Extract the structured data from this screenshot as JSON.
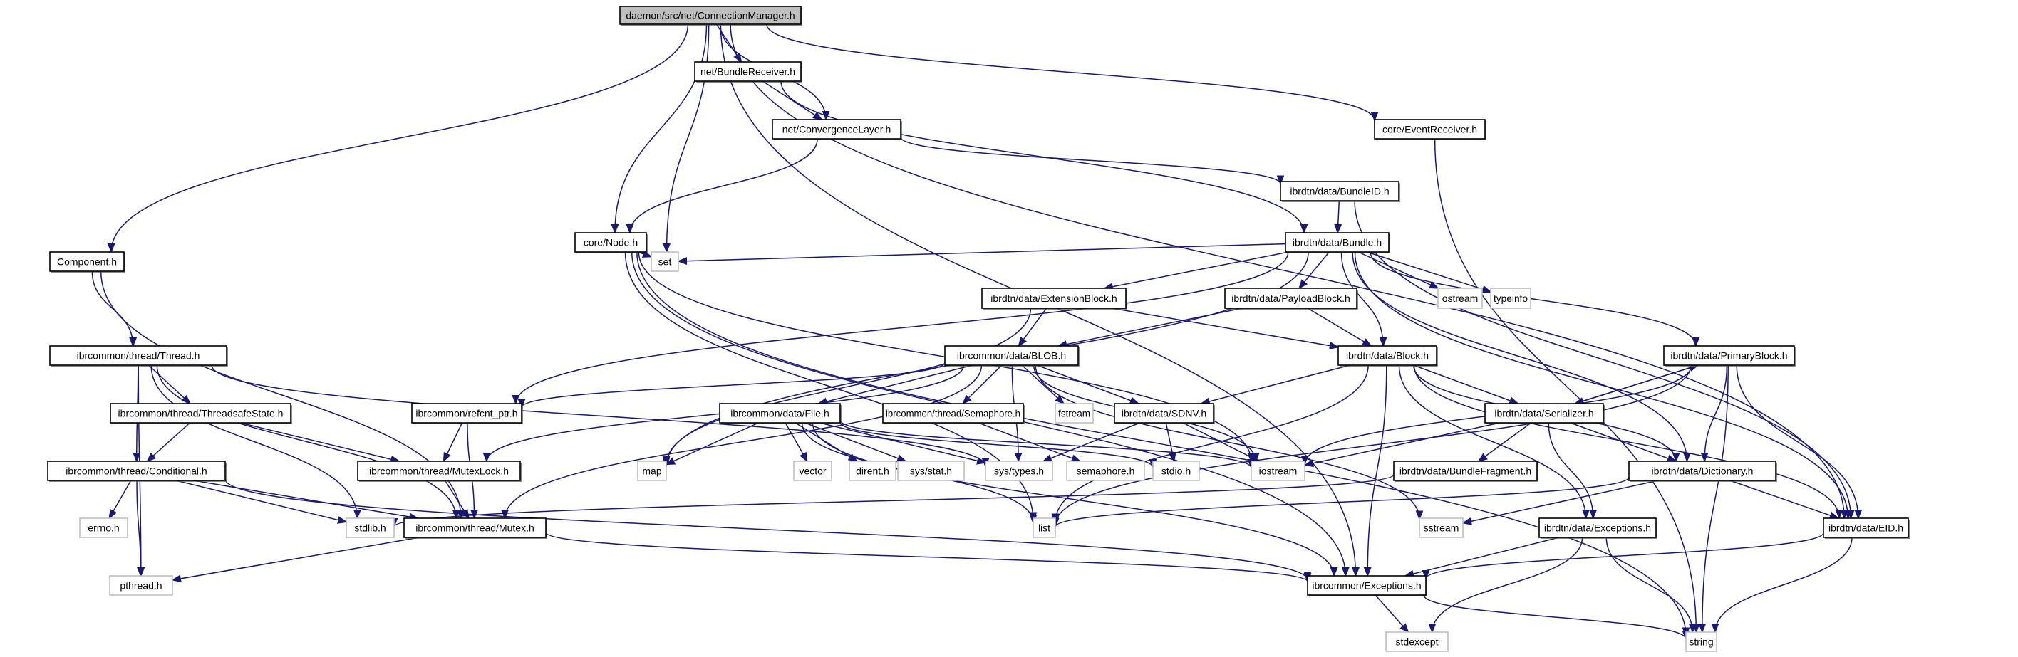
{
  "diagram": {
    "title": "daemon/src/net/ConnectionManager.h include dependency graph",
    "colors": {
      "edge": "#191970",
      "root_fill": "#bfbfbf",
      "documented_border": "#000000",
      "external_border": "#bfbfbf",
      "node_fill": "#ffffff"
    },
    "nodes": [
      {
        "id": "cm",
        "label": "daemon/src/net/ConnectionManager.h",
        "kind": "root"
      },
      {
        "id": "bundlereceiver",
        "label": "net/BundleReceiver.h",
        "kind": "doc"
      },
      {
        "id": "convergencelayer",
        "label": "net/ConvergenceLayer.h",
        "kind": "doc"
      },
      {
        "id": "eventreceiver",
        "label": "core/EventReceiver.h",
        "kind": "doc"
      },
      {
        "id": "bundleid",
        "label": "ibrdtn/data/BundleID.h",
        "kind": "doc"
      },
      {
        "id": "node",
        "label": "core/Node.h",
        "kind": "doc"
      },
      {
        "id": "bundle",
        "label": "ibrdtn/data/Bundle.h",
        "kind": "doc"
      },
      {
        "id": "component",
        "label": "Component.h",
        "kind": "doc"
      },
      {
        "id": "set",
        "label": "set",
        "kind": "ext"
      },
      {
        "id": "ostream",
        "label": "ostream",
        "kind": "ext"
      },
      {
        "id": "typeinfo",
        "label": "typeinfo",
        "kind": "ext"
      },
      {
        "id": "extensionblock",
        "label": "ibrdtn/data/ExtensionBlock.h",
        "kind": "doc"
      },
      {
        "id": "payloadblock",
        "label": "ibrdtn/data/PayloadBlock.h",
        "kind": "doc"
      },
      {
        "id": "thread",
        "label": "ibrcommon/thread/Thread.h",
        "kind": "doc"
      },
      {
        "id": "blob",
        "label": "ibrcommon/data/BLOB.h",
        "kind": "doc"
      },
      {
        "id": "block",
        "label": "ibrdtn/data/Block.h",
        "kind": "doc"
      },
      {
        "id": "primaryblock",
        "label": "ibrdtn/data/PrimaryBlock.h",
        "kind": "doc"
      },
      {
        "id": "threadsafestate",
        "label": "ibrcommon/thread/ThreadsafeState.h",
        "kind": "doc"
      },
      {
        "id": "refcnt",
        "label": "ibrcommon/refcnt_ptr.h",
        "kind": "doc"
      },
      {
        "id": "file",
        "label": "ibrcommon/data/File.h",
        "kind": "doc"
      },
      {
        "id": "semaphoreh",
        "label": "ibrcommon/thread/Semaphore.h",
        "kind": "doc"
      },
      {
        "id": "fstream",
        "label": "fstream",
        "kind": "ext"
      },
      {
        "id": "sdnv",
        "label": "ibrdtn/data/SDNV.h",
        "kind": "doc"
      },
      {
        "id": "serializer",
        "label": "ibrdtn/data/Serializer.h",
        "kind": "doc"
      },
      {
        "id": "conditional",
        "label": "ibrcommon/thread/Conditional.h",
        "kind": "doc"
      },
      {
        "id": "mutexlock",
        "label": "ibrcommon/thread/MutexLock.h",
        "kind": "doc"
      },
      {
        "id": "map",
        "label": "map",
        "kind": "ext"
      },
      {
        "id": "vector",
        "label": "vector",
        "kind": "ext"
      },
      {
        "id": "dirent",
        "label": "dirent.h",
        "kind": "ext"
      },
      {
        "id": "sysstat",
        "label": "sys/stat.h",
        "kind": "ext"
      },
      {
        "id": "systypes",
        "label": "sys/types.h",
        "kind": "ext"
      },
      {
        "id": "semaphore",
        "label": "semaphore.h",
        "kind": "ext"
      },
      {
        "id": "stdio",
        "label": "stdio.h",
        "kind": "ext"
      },
      {
        "id": "iostream",
        "label": "iostream",
        "kind": "ext"
      },
      {
        "id": "bundlefragment",
        "label": "ibrdtn/data/BundleFragment.h",
        "kind": "doc"
      },
      {
        "id": "dictionary",
        "label": "ibrdtn/data/Dictionary.h",
        "kind": "doc"
      },
      {
        "id": "errno",
        "label": "errno.h",
        "kind": "ext"
      },
      {
        "id": "stdlib",
        "label": "stdlib.h",
        "kind": "ext"
      },
      {
        "id": "mutex",
        "label": "ibrcommon/thread/Mutex.h",
        "kind": "doc"
      },
      {
        "id": "list",
        "label": "list",
        "kind": "ext"
      },
      {
        "id": "sstream",
        "label": "sstream",
        "kind": "ext"
      },
      {
        "id": "dtnexceptions",
        "label": "ibrdtn/data/Exceptions.h",
        "kind": "doc"
      },
      {
        "id": "eid",
        "label": "ibrdtn/data/EID.h",
        "kind": "doc"
      },
      {
        "id": "pthread",
        "label": "pthread.h",
        "kind": "ext"
      },
      {
        "id": "exceptions",
        "label": "ibrcommon/Exceptions.h",
        "kind": "doc"
      },
      {
        "id": "stdexcept",
        "label": "stdexcept",
        "kind": "ext"
      },
      {
        "id": "string",
        "label": "string",
        "kind": "ext"
      }
    ],
    "edges": [
      [
        "cm",
        "component"
      ],
      [
        "cm",
        "exceptions"
      ],
      [
        "cm",
        "node"
      ],
      [
        "cm",
        "set"
      ],
      [
        "cm",
        "bundlereceiver"
      ],
      [
        "cm",
        "convergencelayer"
      ],
      [
        "cm",
        "eventreceiver"
      ],
      [
        "cm",
        "eid"
      ],
      [
        "bundlereceiver",
        "convergencelayer"
      ],
      [
        "bundlereceiver",
        "bundle"
      ],
      [
        "convergencelayer",
        "node"
      ],
      [
        "convergencelayer",
        "bundleid"
      ],
      [
        "eventreceiver",
        "string"
      ],
      [
        "bundleid",
        "bundle"
      ],
      [
        "bundleid",
        "eid"
      ],
      [
        "node",
        "set"
      ],
      [
        "node",
        "iostream"
      ],
      [
        "node",
        "list"
      ],
      [
        "node",
        "exceptions"
      ],
      [
        "node",
        "string"
      ],
      [
        "bundle",
        "set"
      ],
      [
        "bundle",
        "map"
      ],
      [
        "bundle",
        "refcnt"
      ],
      [
        "bundle",
        "extensionblock"
      ],
      [
        "bundle",
        "payloadblock"
      ],
      [
        "bundle",
        "block"
      ],
      [
        "bundle",
        "primaryblock"
      ],
      [
        "bundle",
        "dictionary"
      ],
      [
        "bundle",
        "ostream"
      ],
      [
        "bundle",
        "typeinfo"
      ],
      [
        "bundle",
        "eid"
      ],
      [
        "component",
        "thread"
      ],
      [
        "component",
        "mutex"
      ],
      [
        "extensionblock",
        "blob"
      ],
      [
        "extensionblock",
        "block"
      ],
      [
        "extensionblock",
        "map"
      ],
      [
        "payloadblock",
        "blob"
      ],
      [
        "payloadblock",
        "block"
      ],
      [
        "thread",
        "threadsafestate"
      ],
      [
        "thread",
        "conditional"
      ],
      [
        "thread",
        "mutex"
      ],
      [
        "thread",
        "pthread"
      ],
      [
        "thread",
        "systypes"
      ],
      [
        "thread",
        "stdlib"
      ],
      [
        "blob",
        "refcnt"
      ],
      [
        "blob",
        "mutexlock"
      ],
      [
        "blob",
        "file"
      ],
      [
        "blob",
        "semaphoreh"
      ],
      [
        "blob",
        "fstream"
      ],
      [
        "blob",
        "iostream"
      ],
      [
        "blob",
        "sstream"
      ],
      [
        "blob",
        "sdnv"
      ],
      [
        "blob",
        "mutex"
      ],
      [
        "blob",
        "systypes"
      ],
      [
        "block",
        "sdnv"
      ],
      [
        "block",
        "serializer"
      ],
      [
        "block",
        "dictionary"
      ],
      [
        "block",
        "list"
      ],
      [
        "block",
        "exceptions"
      ],
      [
        "block",
        "dtnexceptions"
      ],
      [
        "block",
        "eid"
      ],
      [
        "primaryblock",
        "serializer"
      ],
      [
        "primaryblock",
        "dictionary"
      ],
      [
        "primaryblock",
        "eid"
      ],
      [
        "primaryblock",
        "iostream"
      ],
      [
        "primaryblock",
        "string"
      ],
      [
        "primaryblock",
        "list"
      ],
      [
        "threadsafestate",
        "conditional"
      ],
      [
        "threadsafestate",
        "mutexlock"
      ],
      [
        "refcnt",
        "mutexlock"
      ],
      [
        "refcnt",
        "mutex"
      ],
      [
        "file",
        "map"
      ],
      [
        "file",
        "vector"
      ],
      [
        "file",
        "dirent"
      ],
      [
        "file",
        "sysstat"
      ],
      [
        "file",
        "systypes"
      ],
      [
        "file",
        "list"
      ],
      [
        "file",
        "iostream"
      ],
      [
        "file",
        "stdio"
      ],
      [
        "file",
        "exceptions"
      ],
      [
        "semaphoreh",
        "semaphore"
      ],
      [
        "sdnv",
        "stdio"
      ],
      [
        "sdnv",
        "iostream"
      ],
      [
        "sdnv",
        "systypes"
      ],
      [
        "serializer",
        "iostream"
      ],
      [
        "serializer",
        "bundlefragment"
      ],
      [
        "serializer",
        "dictionary"
      ],
      [
        "serializer",
        "dtnexceptions"
      ],
      [
        "serializer",
        "primaryblock"
      ],
      [
        "conditional",
        "errno"
      ],
      [
        "conditional",
        "pthread"
      ],
      [
        "conditional",
        "stdlib"
      ],
      [
        "conditional",
        "mutex"
      ],
      [
        "conditional",
        "exceptions"
      ],
      [
        "mutexlock",
        "mutex"
      ],
      [
        "bundlefragment",
        "stdlib"
      ],
      [
        "dictionary",
        "sstream"
      ],
      [
        "dictionary",
        "eid"
      ],
      [
        "dictionary",
        "list"
      ],
      [
        "mutex",
        "pthread"
      ],
      [
        "mutex",
        "exceptions"
      ],
      [
        "dtnexceptions",
        "exceptions"
      ],
      [
        "dtnexceptions",
        "stdexcept"
      ],
      [
        "dtnexceptions",
        "string"
      ],
      [
        "eid",
        "exceptions"
      ],
      [
        "eid",
        "string"
      ],
      [
        "exceptions",
        "stdexcept"
      ],
      [
        "exceptions",
        "string"
      ]
    ]
  }
}
